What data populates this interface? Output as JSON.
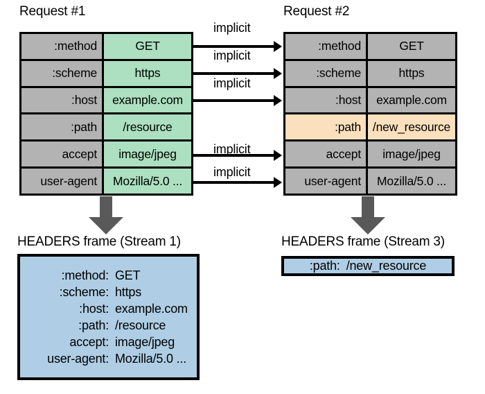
{
  "diagram": {
    "request1": {
      "title": "Request #1",
      "rows": [
        {
          "name": ":method",
          "value": "GET",
          "highlight": "green"
        },
        {
          "name": ":scheme",
          "value": "https",
          "highlight": "green"
        },
        {
          "name": ":host",
          "value": "example.com",
          "highlight": "green"
        },
        {
          "name": ":path",
          "value": "/resource",
          "highlight": "green"
        },
        {
          "name": "accept",
          "value": "image/jpeg",
          "highlight": "green"
        },
        {
          "name": "user-agent",
          "value": "Mozilla/5.0 ...",
          "highlight": "green"
        }
      ]
    },
    "request2": {
      "title": "Request #2",
      "rows": [
        {
          "name": ":method",
          "value": "GET",
          "highlight": "none"
        },
        {
          "name": ":scheme",
          "value": "https",
          "highlight": "none"
        },
        {
          "name": ":host",
          "value": "example.com",
          "highlight": "none"
        },
        {
          "name": ":path",
          "value": "/new_resource",
          "highlight": "orange"
        },
        {
          "name": "accept",
          "value": "image/jpeg",
          "highlight": "none"
        },
        {
          "name": "user-agent",
          "value": "Mozilla/5.0 ...",
          "highlight": "none"
        }
      ]
    },
    "connectors": {
      "label": "implicit",
      "labels": [
        "implicit",
        "implicit",
        "implicit",
        "implicit",
        "implicit"
      ],
      "mapped_rows": [
        ":method",
        ":scheme",
        ":host",
        "accept",
        "user-agent"
      ]
    },
    "frame1": {
      "title": "HEADERS frame (Stream 1)",
      "lines": [
        {
          "key": ":method:",
          "value": "GET"
        },
        {
          "key": ":scheme:",
          "value": "https"
        },
        {
          "key": ":host:",
          "value": "example.com"
        },
        {
          "key": ":path:",
          "value": "/resource"
        },
        {
          "key": "accept:",
          "value": "image/jpeg"
        },
        {
          "key": "user-agent:",
          "value": "Mozilla/5.0 ..."
        }
      ]
    },
    "frame2": {
      "title": "HEADERS frame (Stream 3)",
      "lines": [
        {
          "key": ":path:",
          "value": "/new_resource"
        }
      ]
    },
    "colors": {
      "green_highlight": "#ace0c0",
      "orange_highlight": "#fbe0bd",
      "blue_frame": "#afcee5",
      "gray_cell": "#b3b3b3",
      "arrow_gray": "#595959",
      "outline": "#000000"
    }
  }
}
